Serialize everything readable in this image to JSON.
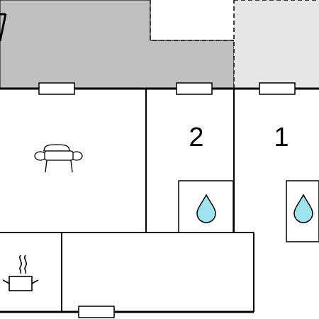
{
  "floorplan": {
    "rooms": [
      {
        "id": "room-2",
        "label": "2"
      },
      {
        "id": "room-1",
        "label": "1"
      }
    ],
    "icons": [
      "sofa-icon",
      "water-drop-icon",
      "water-drop-icon",
      "cooking-pot-icon"
    ],
    "colors": {
      "wall": "#000000",
      "terrace_dark": "#c0c0c0",
      "terrace_light": "#e6e6e6",
      "water": "#9fe3ef",
      "background": "#ffffff"
    }
  }
}
